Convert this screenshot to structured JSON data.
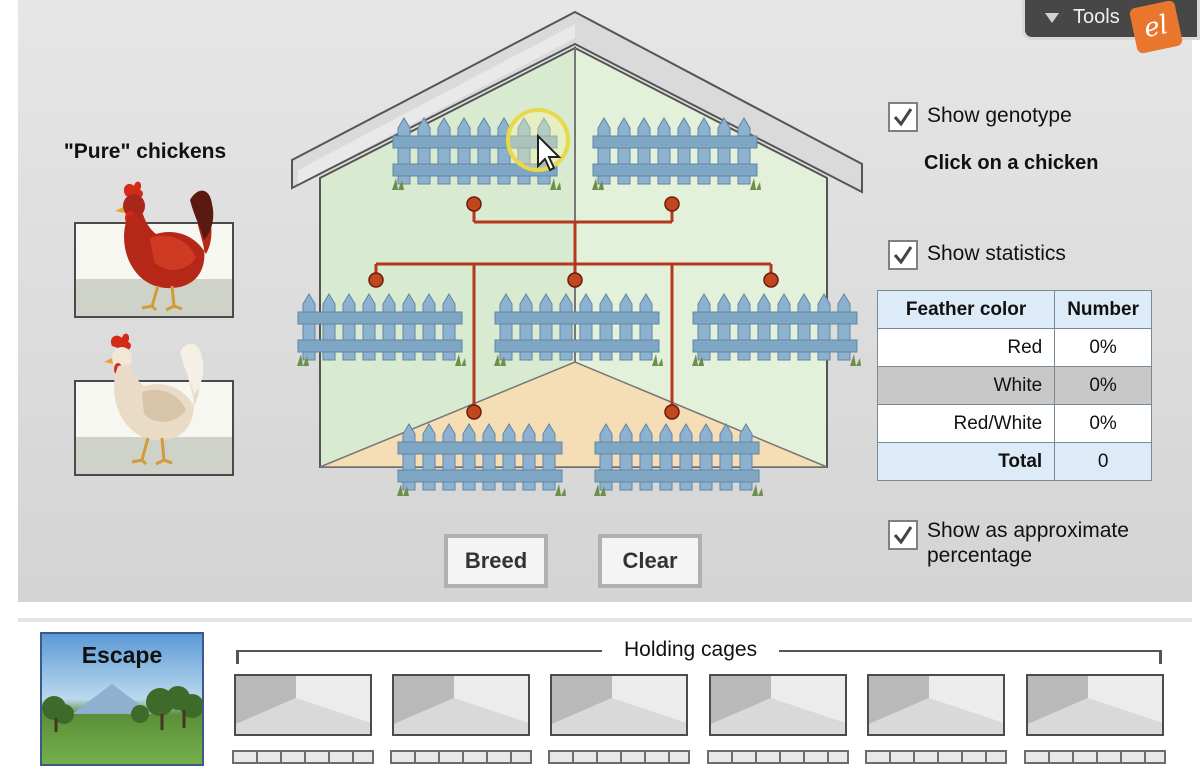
{
  "tools": {
    "label": "Tools",
    "logo_text": "el"
  },
  "pure_chickens": {
    "title": "\"Pure\" chickens",
    "items": [
      {
        "feather": "red"
      },
      {
        "feather": "white"
      }
    ]
  },
  "options": {
    "show_genotype": {
      "label": "Show genotype",
      "checked": true
    },
    "instruction": "Click on a chicken",
    "show_statistics": {
      "label": "Show statistics",
      "checked": true
    },
    "approx_percentage": {
      "label_line1": "Show as approximate",
      "label_line2": "percentage",
      "checked": true
    }
  },
  "stats_table": {
    "headers": [
      "Feather color",
      "Number"
    ],
    "rows": [
      {
        "label": "Red",
        "value": "0%"
      },
      {
        "label": "White",
        "value": "0%"
      },
      {
        "label": "Red/White",
        "value": "0%"
      }
    ],
    "total": {
      "label": "Total",
      "value": "0"
    }
  },
  "buttons": {
    "breed": "Breed",
    "clear": "Clear"
  },
  "bottom": {
    "escape_label": "Escape",
    "holding_cages_label": "Holding cages",
    "cage_count": 6
  },
  "colors": {
    "accent_orange": "#e8762d",
    "fence_blue": "#7fa7c4",
    "pedigree_line": "#b5371d",
    "header_blue": "#dcebf7"
  }
}
